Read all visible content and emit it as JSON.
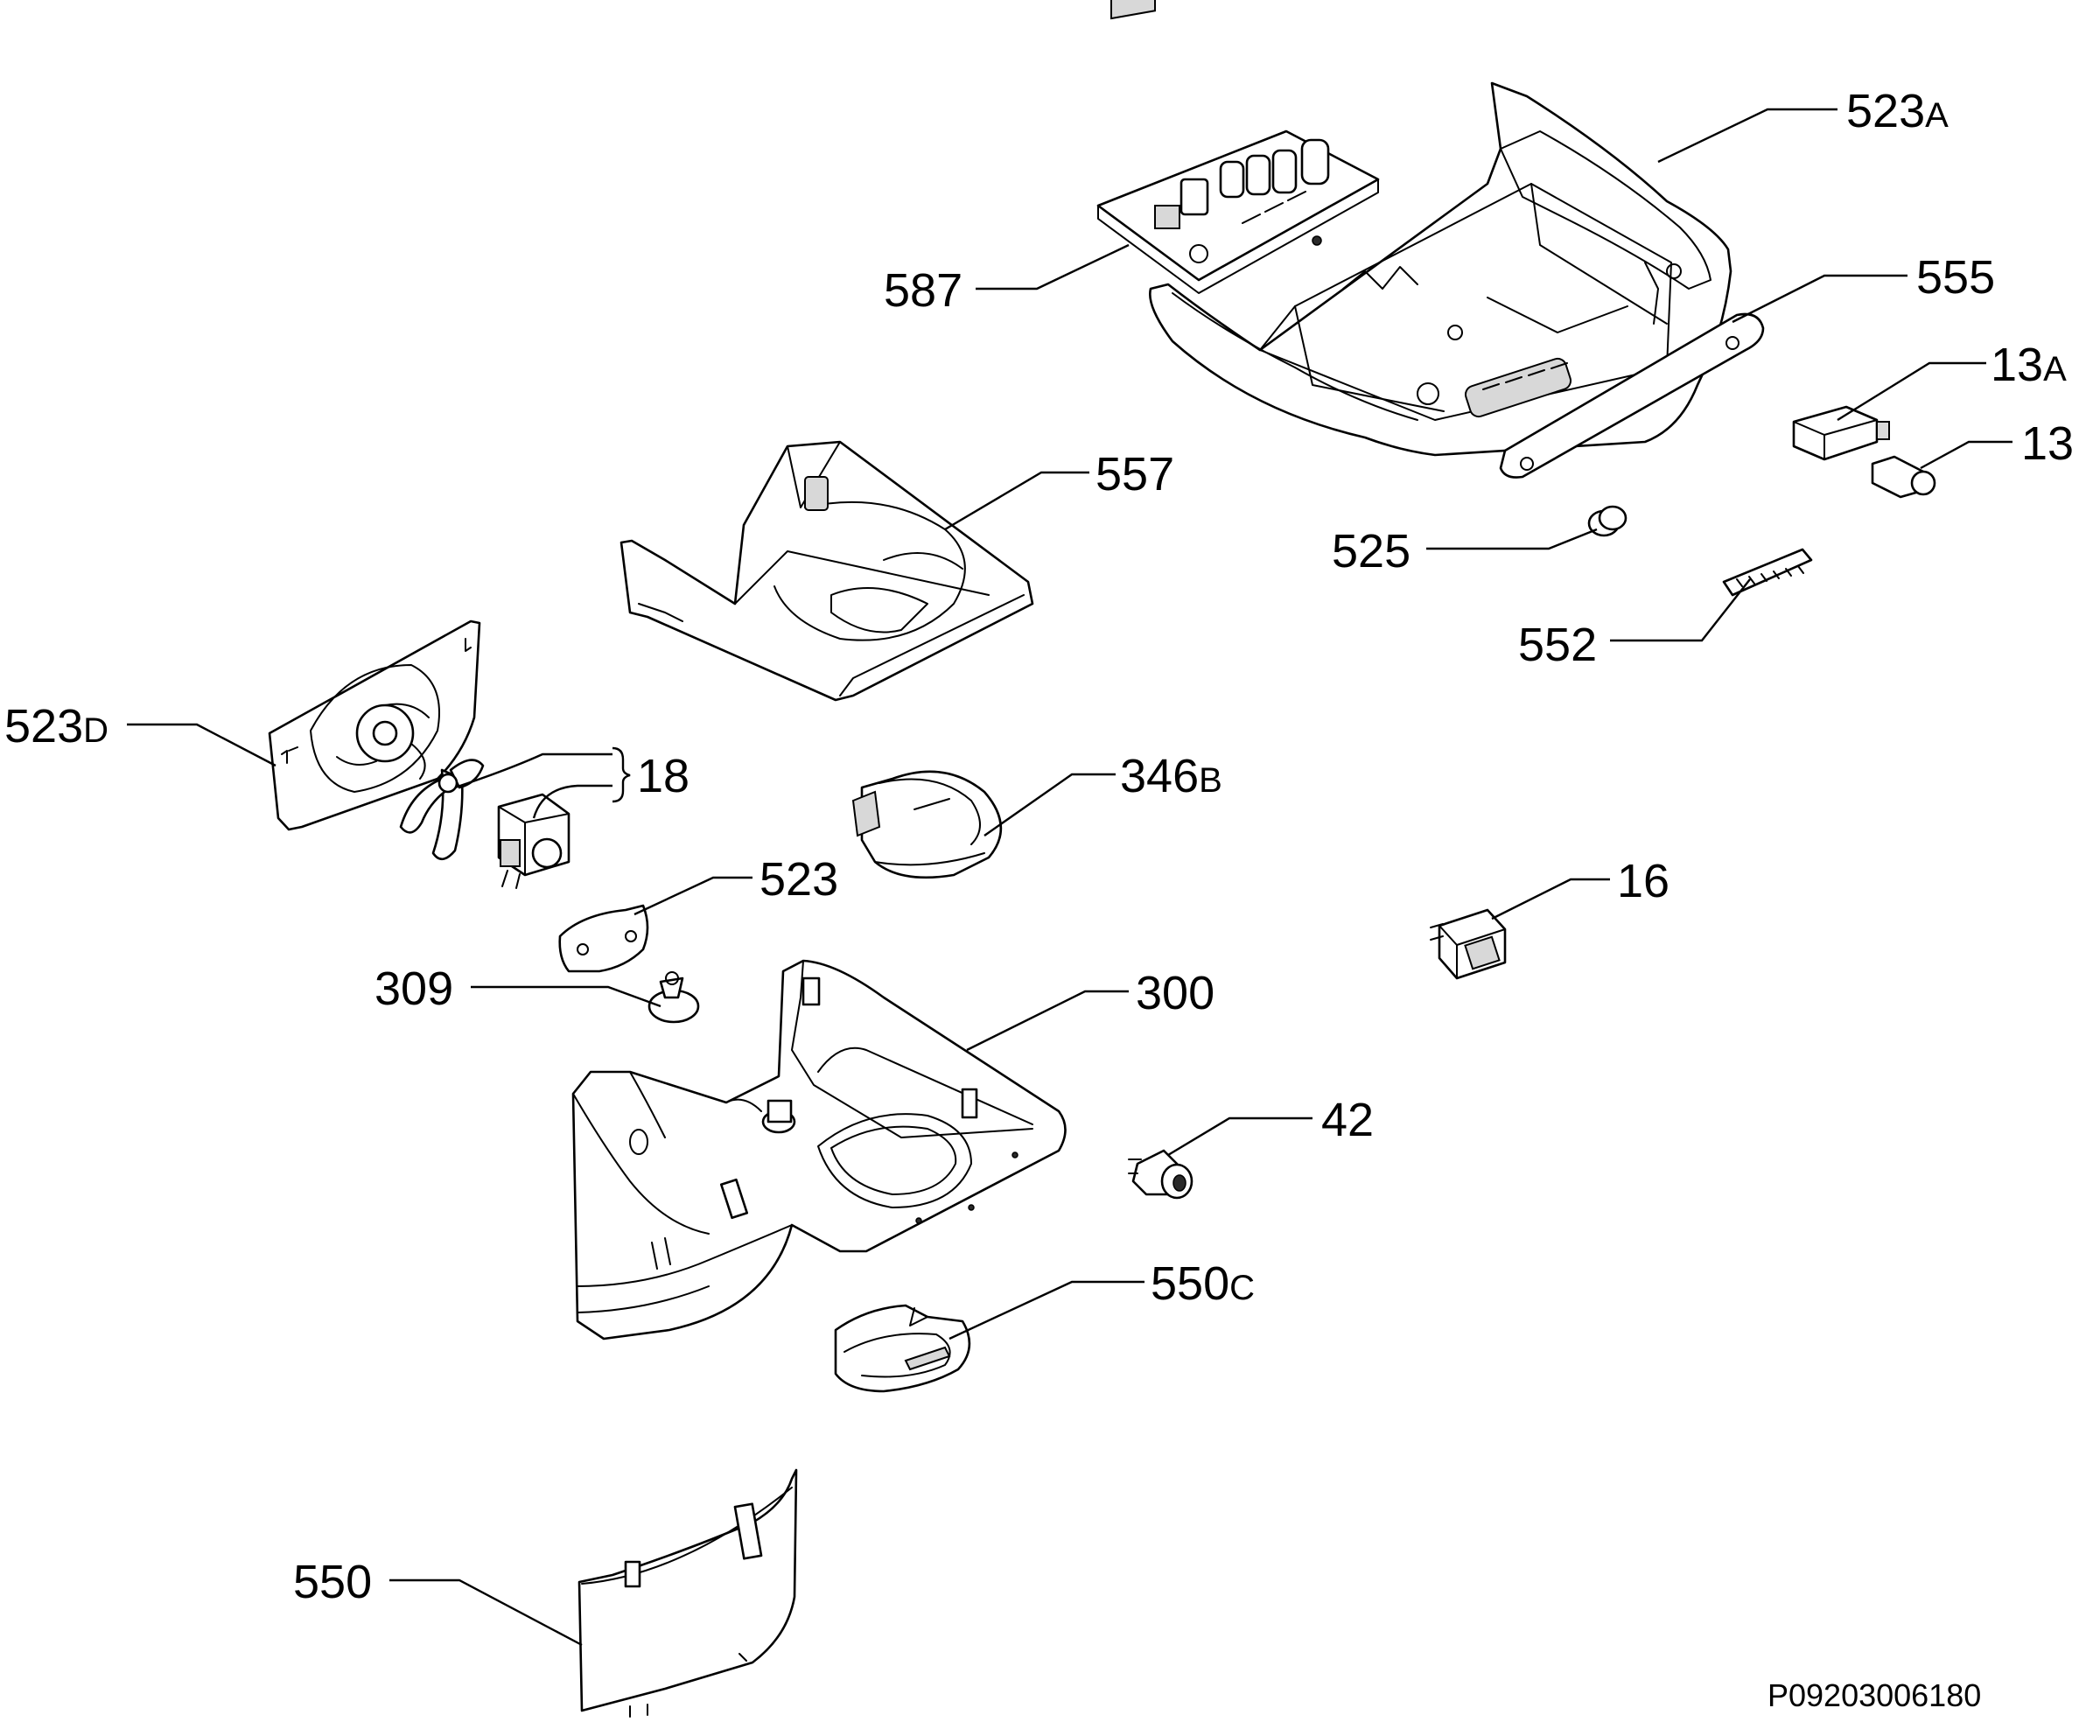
{
  "diagram": {
    "drawing_code": "P09203006180",
    "callouts": [
      {
        "id": "523A",
        "num": "523",
        "suffix": "A"
      },
      {
        "id": "587",
        "num": "587",
        "suffix": ""
      },
      {
        "id": "555",
        "num": "555",
        "suffix": ""
      },
      {
        "id": "13A",
        "num": "13",
        "suffix": "A"
      },
      {
        "id": "13",
        "num": "13",
        "suffix": ""
      },
      {
        "id": "557",
        "num": "557",
        "suffix": ""
      },
      {
        "id": "525",
        "num": "525",
        "suffix": ""
      },
      {
        "id": "552",
        "num": "552",
        "suffix": ""
      },
      {
        "id": "523D",
        "num": "523",
        "suffix": "D"
      },
      {
        "id": "18",
        "num": "18",
        "suffix": ""
      },
      {
        "id": "346B",
        "num": "346",
        "suffix": "B"
      },
      {
        "id": "523",
        "num": "523",
        "suffix": ""
      },
      {
        "id": "16",
        "num": "16",
        "suffix": ""
      },
      {
        "id": "309",
        "num": "309",
        "suffix": ""
      },
      {
        "id": "300",
        "num": "300",
        "suffix": ""
      },
      {
        "id": "42",
        "num": "42",
        "suffix": ""
      },
      {
        "id": "550C",
        "num": "550",
        "suffix": "C"
      },
      {
        "id": "550",
        "num": "550",
        "suffix": ""
      }
    ]
  }
}
